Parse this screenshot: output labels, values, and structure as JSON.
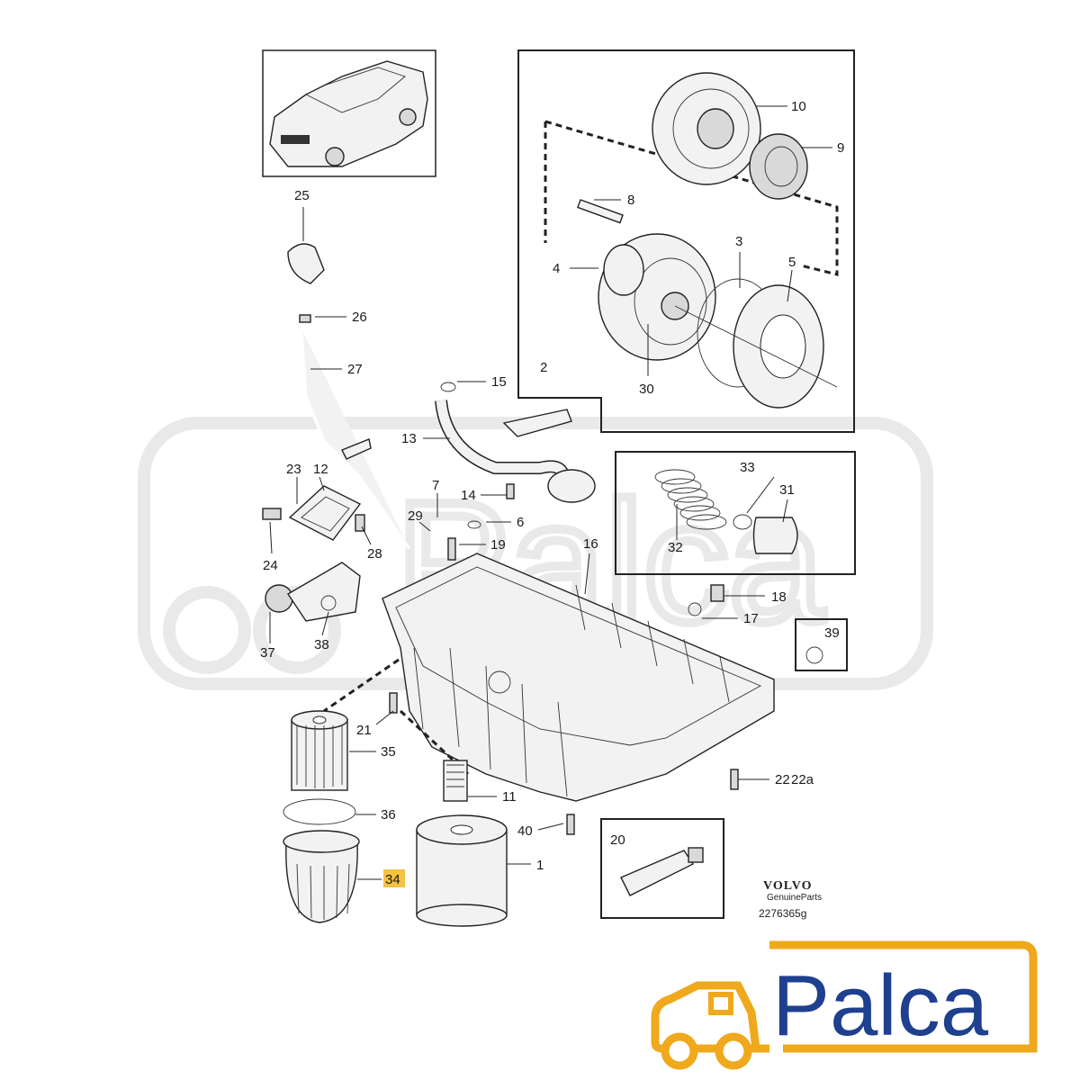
{
  "labels": {
    "p1": "1",
    "p2": "2",
    "p3": "3",
    "p4": "4",
    "p5": "5",
    "p6": "6",
    "p7": "7",
    "p8": "8",
    "p9": "9",
    "p10": "10",
    "p11": "11",
    "p12": "12",
    "p13": "13",
    "p14": "14",
    "p15": "15",
    "p16": "16",
    "p17": "17",
    "p18": "18",
    "p19": "19",
    "p20": "20",
    "p21": "21",
    "p22": "22",
    "p22a": "22a",
    "p23": "23",
    "p24": "24",
    "p25": "25",
    "p26": "26",
    "p27": "27",
    "p28": "28",
    "p29": "29",
    "p30": "30",
    "p31": "31",
    "p32": "32",
    "p33": "33",
    "p34": "34",
    "p35": "35",
    "p36": "36",
    "p37": "37",
    "p38": "38",
    "p39": "39",
    "p40": "40"
  },
  "highlight": {
    "part": "34",
    "color": "#f5c242"
  },
  "manufacturer": {
    "logo_text": "VOLVO",
    "subtitle": "GenuineParts",
    "diagram_code": "2276365g"
  },
  "brand": {
    "name": "Palca",
    "text_color": "#1f3f8f",
    "accent_color": "#f0a81c",
    "icon": "truck-icon"
  },
  "colors": {
    "line": "#222222",
    "part_fill": "#f2f2f2",
    "watermark": "#e9e9e9"
  }
}
